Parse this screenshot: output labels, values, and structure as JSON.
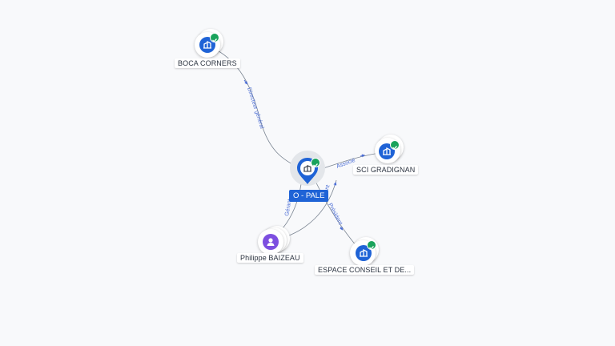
{
  "colors": {
    "company": "#1f63d6",
    "person": "#7d4fe0",
    "check": "#19a35b",
    "edge_label": "#4d6fd6"
  },
  "nodes": {
    "center": {
      "label": "O - PALE",
      "icon": "building-icon"
    },
    "boca": {
      "label": "BOCA CORNERS",
      "icon": "building-icon"
    },
    "sci": {
      "label": "SCI GRADIGNAN",
      "icon": "building-icon"
    },
    "espace": {
      "label": "ESPACE CONSEIL ET DE...",
      "icon": "building-icon"
    },
    "philippe": {
      "label": "Philippe BAIZEAU",
      "icon": "person-icon"
    }
  },
  "edges": {
    "boca": "Directeur général",
    "sci": "Associé",
    "espace": "Président",
    "philippe_a": "Gérant",
    "philippe_b": "Gérant"
  }
}
